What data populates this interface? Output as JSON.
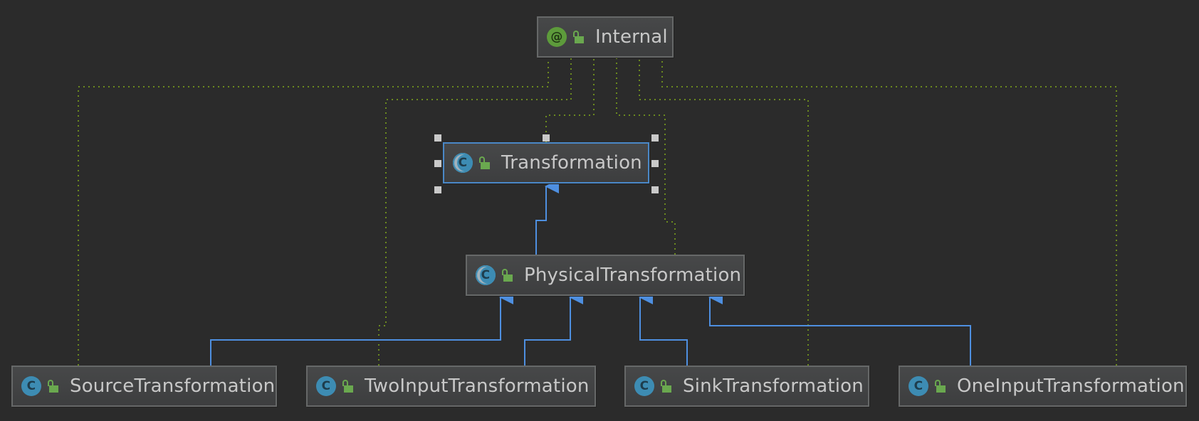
{
  "diagram": {
    "nodes": [
      {
        "id": "internal",
        "label": "Internal",
        "icon": "annotation-icon",
        "icon_glyph": "@"
      },
      {
        "id": "transformation",
        "label": "Transformation",
        "icon": "abstract-class-icon",
        "icon_glyph": "C",
        "selected": true
      },
      {
        "id": "physical",
        "label": "PhysicalTransformation",
        "icon": "abstract-class-icon",
        "icon_glyph": "C"
      },
      {
        "id": "source",
        "label": "SourceTransformation",
        "icon": "class-icon",
        "icon_glyph": "C"
      },
      {
        "id": "twoinput",
        "label": "TwoInputTransformation",
        "icon": "class-icon",
        "icon_glyph": "C"
      },
      {
        "id": "sink",
        "label": "SinkTransformation",
        "icon": "class-icon",
        "icon_glyph": "C"
      },
      {
        "id": "oneinput",
        "label": "OneInputTransformation",
        "icon": "class-icon",
        "icon_glyph": "C"
      }
    ],
    "edges": [
      {
        "from": "physical",
        "to": "transformation",
        "type": "extends"
      },
      {
        "from": "source",
        "to": "physical",
        "type": "extends"
      },
      {
        "from": "twoinput",
        "to": "physical",
        "type": "extends"
      },
      {
        "from": "sink",
        "to": "physical",
        "type": "extends"
      },
      {
        "from": "oneinput",
        "to": "physical",
        "type": "extends"
      },
      {
        "from": "source",
        "to": "internal",
        "type": "annotated"
      },
      {
        "from": "twoinput",
        "to": "internal",
        "type": "annotated"
      },
      {
        "from": "transformation",
        "to": "internal",
        "type": "annotated"
      },
      {
        "from": "physical",
        "to": "internal",
        "type": "annotated"
      },
      {
        "from": "sink",
        "to": "internal",
        "type": "annotated"
      },
      {
        "from": "oneinput",
        "to": "internal",
        "type": "annotated"
      }
    ],
    "colors": {
      "background": "#2b2b2b",
      "extends_edge": "#4e8fe0",
      "annotation_edge": "#6b8a1f",
      "selection": "#4a88c7"
    }
  }
}
